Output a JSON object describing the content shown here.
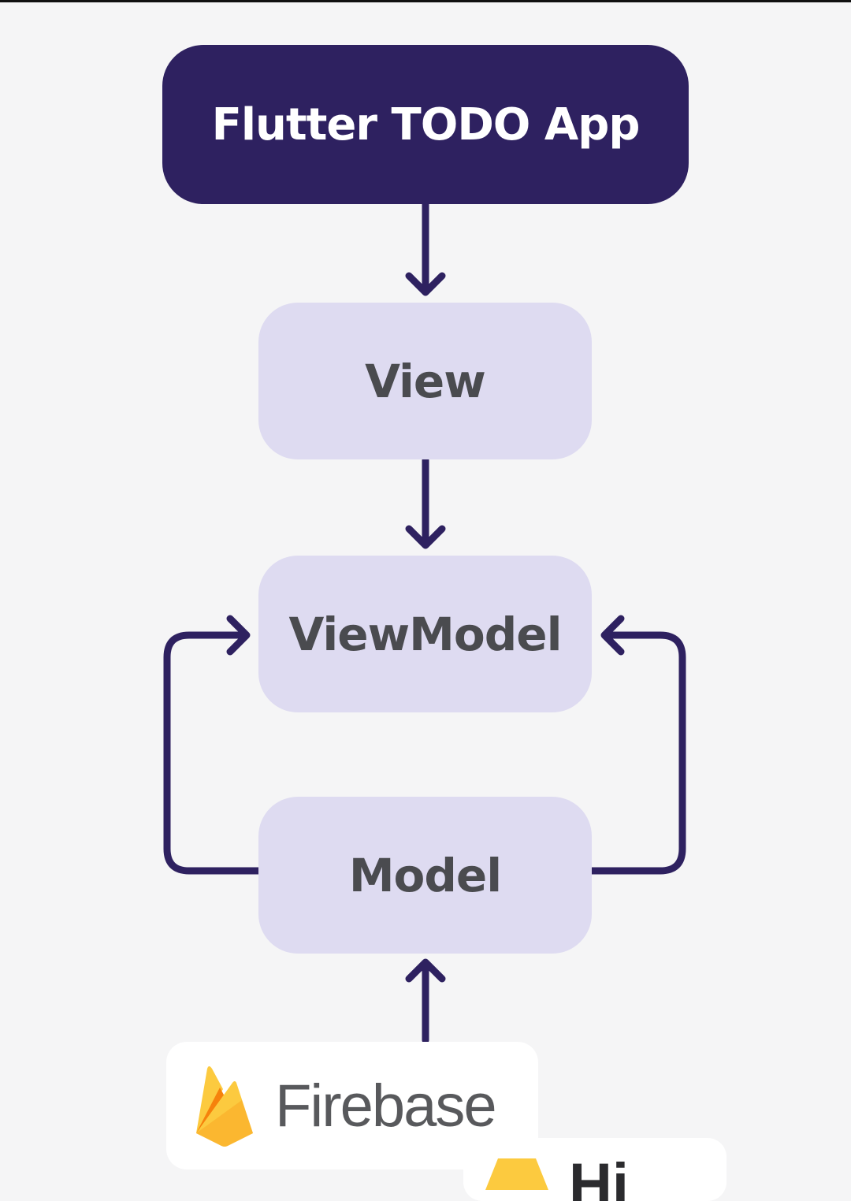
{
  "colors": {
    "title_bg": "#2e2160",
    "layer_bg": "#dedbf1",
    "arrow": "#2e2160",
    "layer_text": "#4a4b4f",
    "background": "#f5f5f6",
    "firebase_yellow": "#fcca3f",
    "firebase_orange": "#f6820c"
  },
  "diagram": {
    "title": "Flutter TODO App",
    "layers": {
      "view": "View",
      "viewmodel": "ViewModel",
      "model": "Model"
    },
    "sources": {
      "firebase": "Firebase",
      "hive": "Hi"
    }
  },
  "icons": [
    "firebase-icon",
    "hive-icon"
  ]
}
